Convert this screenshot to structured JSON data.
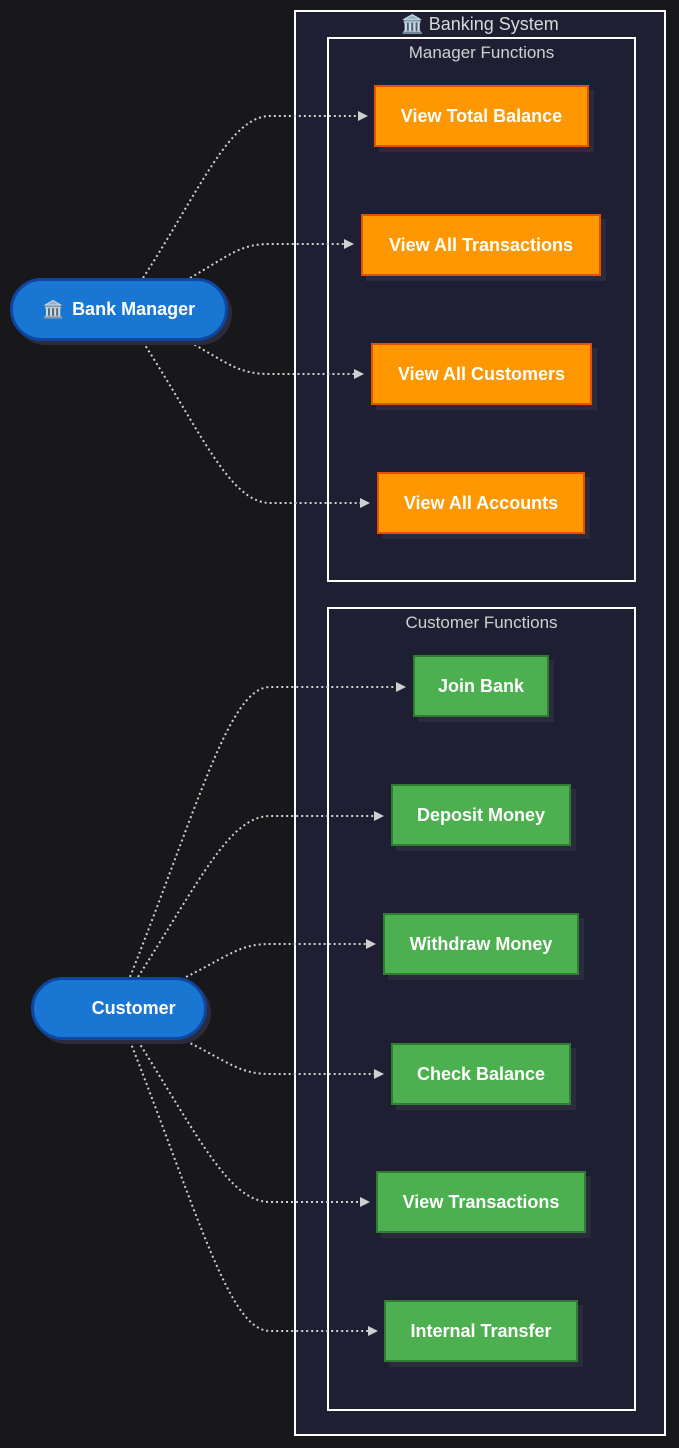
{
  "system": {
    "title": "Banking System",
    "icon": "bank-icon"
  },
  "manager_group": {
    "title": "Manager Functions",
    "functions": [
      "View Total Balance",
      "View All Transactions",
      "View All Customers",
      "View All Accounts"
    ]
  },
  "customer_group": {
    "title": "Customer Functions",
    "functions": [
      "Join Bank",
      "Deposit Money",
      "Withdraw Money",
      "Check Balance",
      "View Transactions",
      "Internal Transfer"
    ]
  },
  "actors": {
    "manager": {
      "label": "Bank Manager",
      "icon": "bank-icon"
    },
    "customer": {
      "label": "Customer",
      "icon": "person-icon"
    }
  },
  "colors": {
    "manager_fn": "#ff9800",
    "customer_fn": "#4caf50",
    "actor": "#1976d2",
    "edge": "#d0d0d0"
  }
}
